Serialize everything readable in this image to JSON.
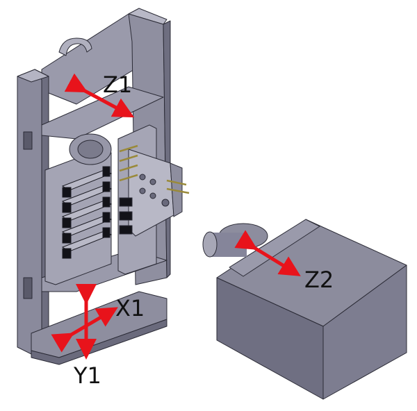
{
  "axes": {
    "z1": "Z1",
    "z2": "Z2",
    "x1": "X1",
    "y1": "Y1"
  },
  "colors": {
    "arrow": "#e8131b",
    "metal_light": "#a9a9b8",
    "metal_mid": "#8d8d9e",
    "metal_dark": "#6a6a7c",
    "edge": "#2b2b36",
    "pin": "#d8c878"
  }
}
